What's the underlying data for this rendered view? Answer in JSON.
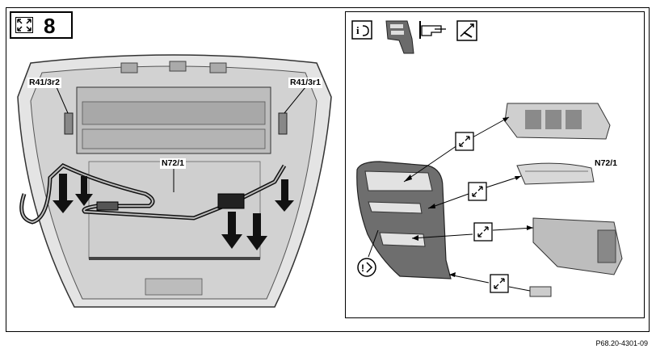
{
  "step": {
    "number": "8"
  },
  "labels": {
    "left_connector": "R41/3r2",
    "right_connector": "R41/3r1",
    "center_part": "N72/1",
    "side_part": "N72/1"
  },
  "footer": {
    "figure_code": "P68.20-4301-09"
  },
  "icons": [
    "expand-arrows-icon",
    "info-tool-icon",
    "dashboard-trim-icon",
    "hand-pointer-icon",
    "remove-install-icon",
    "exploded-view-arrow-icon",
    "hazard-note-icon"
  ]
}
